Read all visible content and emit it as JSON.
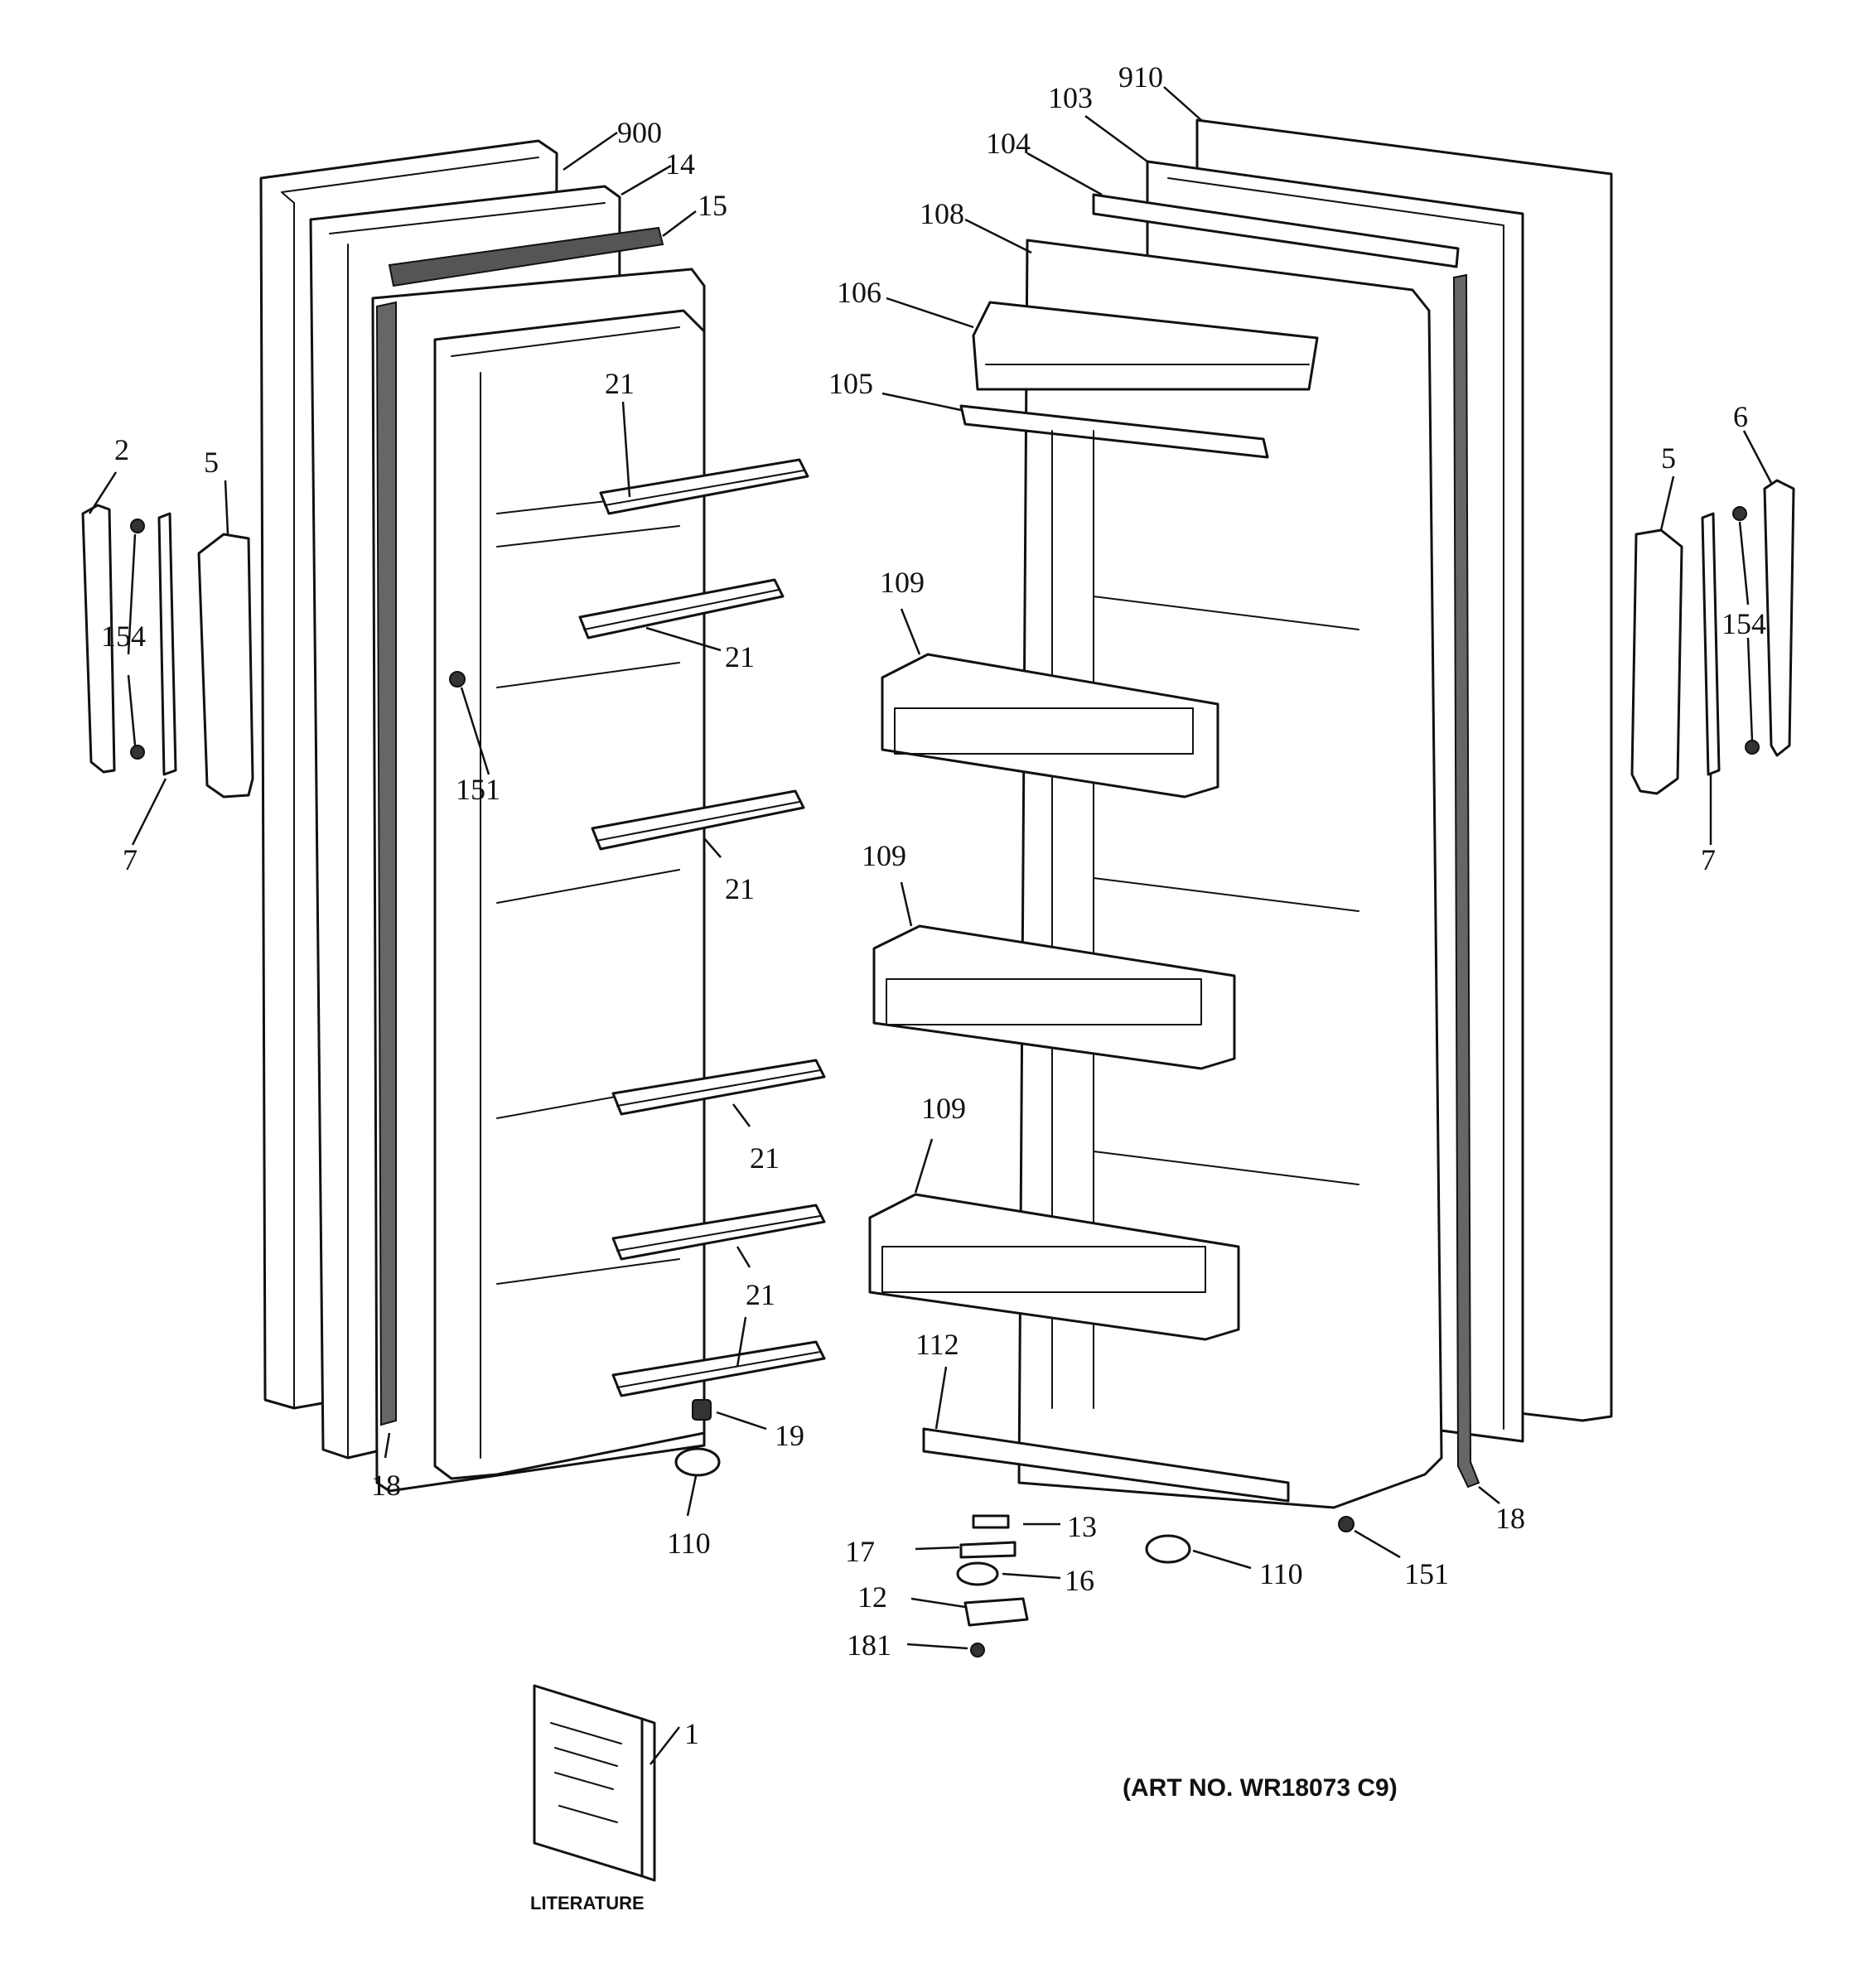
{
  "note": "(ART NO. WR18073 C9)",
  "literature_caption": "LITERATURE",
  "callouts": {
    "p900": "900",
    "p14": "14",
    "p15": "15",
    "p21": "21",
    "p2": "2",
    "p5": "5",
    "p154": "154",
    "p7": "7",
    "p151": "151",
    "p18": "18",
    "p19": "19",
    "p110": "110",
    "p910": "910",
    "p103": "103",
    "p104": "104",
    "p108": "108",
    "p106": "106",
    "p105": "105",
    "p109": "109",
    "p6": "6",
    "p112": "112",
    "p13": "13",
    "p17": "17",
    "p16": "16",
    "p12": "12",
    "p181": "181",
    "p1": "1"
  }
}
